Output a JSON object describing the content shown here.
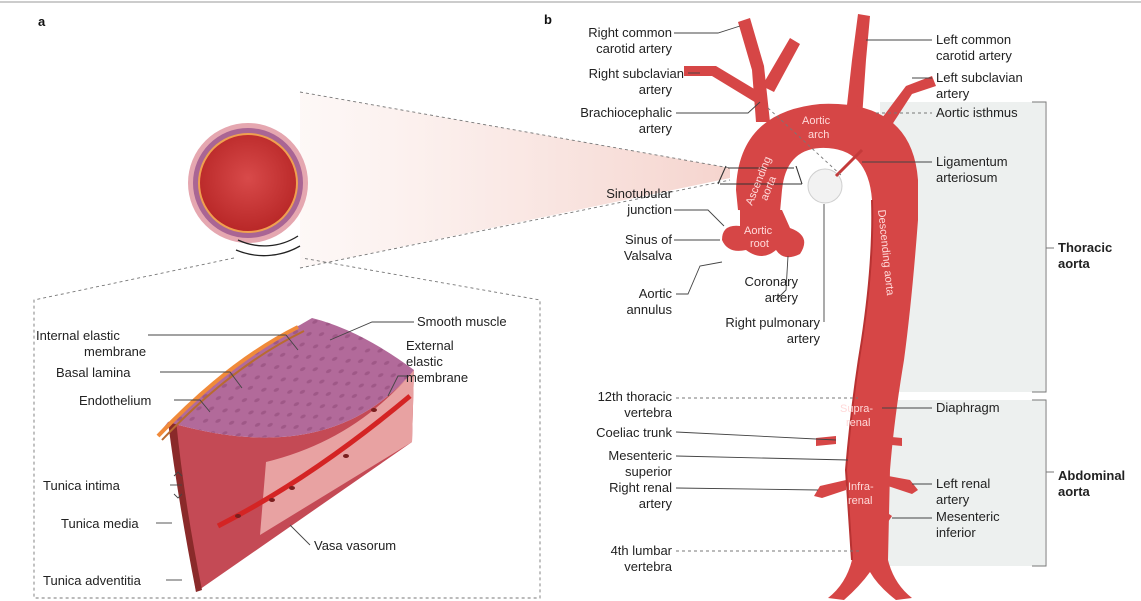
{
  "panels": {
    "a": "a",
    "b": "b"
  },
  "colors": {
    "vessel": "#d64646",
    "vessel_dark": "#b83232",
    "intima": "#f29a4a",
    "media": "#b06a97",
    "adventitia": "#e7a3a9",
    "leader": "#444444",
    "bracket_fill": "#edf0ef"
  },
  "panel_a": {
    "labels": {
      "smooth_muscle": "Smooth muscle",
      "iem_1": "Internal elastic",
      "iem_2": "membrane",
      "eem_1": "External",
      "eem_2": "elastic",
      "eem_3": "membrane",
      "basal_lamina": "Basal lamina",
      "endothelium": "Endothelium",
      "tunica_intima": "Tunica intima",
      "tunica_media": "Tunica media",
      "tunica_adventitia": "Tunica adventitia",
      "vasa_vasorum": "Vasa vasorum"
    }
  },
  "panel_b": {
    "labels": {
      "rcc_1": "Right common",
      "rcc_2": "carotid artery",
      "rsub_1": "Right subclavian",
      "rsub_2": "artery",
      "brach_1": "Brachiocephalic",
      "brach_2": "artery",
      "sino_1": "Sinotubular",
      "sino_2": "junction",
      "sinus_1": "Sinus of",
      "sinus_2": "Valsalva",
      "annulus_1": "Aortic",
      "annulus_2": "annulus",
      "coronary_1": "Coronary",
      "coronary_2": "artery",
      "rpa_1": "Right pulmonary",
      "rpa_2": "artery",
      "lcc_1": "Left common",
      "lcc_2": "carotid artery",
      "lsub_1": "Left subclavian",
      "lsub_2": "artery",
      "isthmus": "Aortic isthmus",
      "lig_1": "Ligamentum",
      "lig_2": "arteriosum",
      "t12_1": "12th thoracic",
      "t12_2": "vertebra",
      "coeliac": "Coeliac trunk",
      "mes_sup_1": "Mesenteric",
      "mes_sup_2": "superior",
      "rrenal_1": "Right renal",
      "rrenal_2": "artery",
      "l4_1": "4th lumbar",
      "l4_2": "vertebra",
      "diaphragm": "Diaphragm",
      "lrenal_1": "Left renal",
      "lrenal_2": "artery",
      "mes_inf_1": "Mesenteric",
      "mes_inf_2": "inferior",
      "thoracic_1": "Thoracic",
      "thoracic_2": "aorta",
      "abdominal_1": "Abdominal",
      "abdominal_2": "aorta"
    },
    "inner_labels": {
      "arch_1": "Aortic",
      "arch_2": "arch",
      "asc_1": "Ascending",
      "asc_2": "aorta",
      "root_1": "Aortic",
      "root_2": "root",
      "desc": "Descending aorta",
      "supra_1": "Supra-",
      "supra_2": "renal",
      "infra_1": "Infra-",
      "infra_2": "renal"
    }
  }
}
